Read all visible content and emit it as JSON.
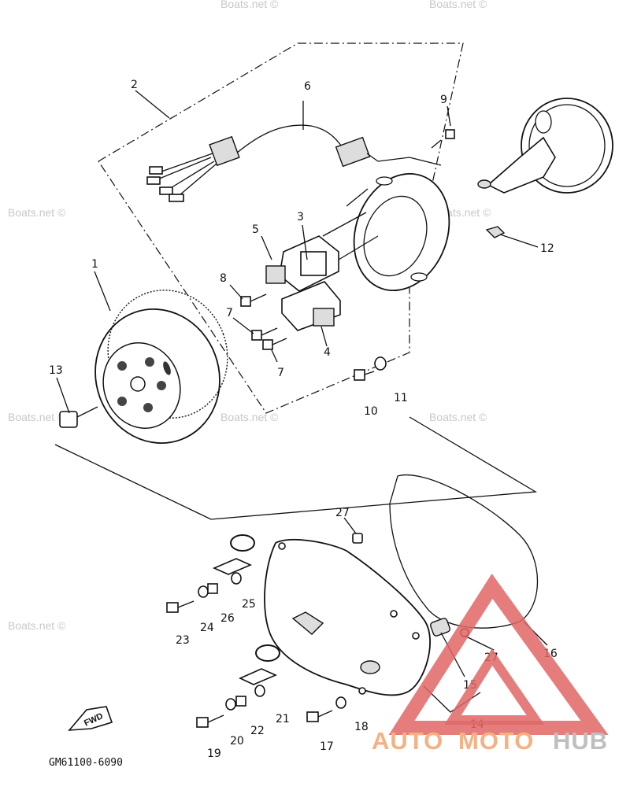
{
  "diagram": {
    "code": "GM61100-6090",
    "fwd_label": "FWD",
    "callouts": [
      "1",
      "2",
      "3",
      "4",
      "5",
      "6",
      "7",
      "7",
      "8",
      "9",
      "10",
      "11",
      "12",
      "13",
      "14",
      "15",
      "16",
      "17",
      "18",
      "19",
      "20",
      "21",
      "22",
      "23",
      "24",
      "25",
      "26",
      "27",
      "27"
    ]
  },
  "watermarks": [
    "Boats.net ©",
    "Boats.net ©",
    "Boats.net ©",
    "Boats.net ©",
    "Boats.net ©",
    "Boats.net ©",
    "Boats.net ©",
    "Boats.net ©"
  ],
  "logo": {
    "auto": "AUTO",
    "moto": "MOTO",
    "hub": "HUB",
    "colors": {
      "auto": "#f4b183",
      "moto": "#f4b183",
      "hub": "#bfbfbf",
      "triangle": "#e06666"
    }
  }
}
